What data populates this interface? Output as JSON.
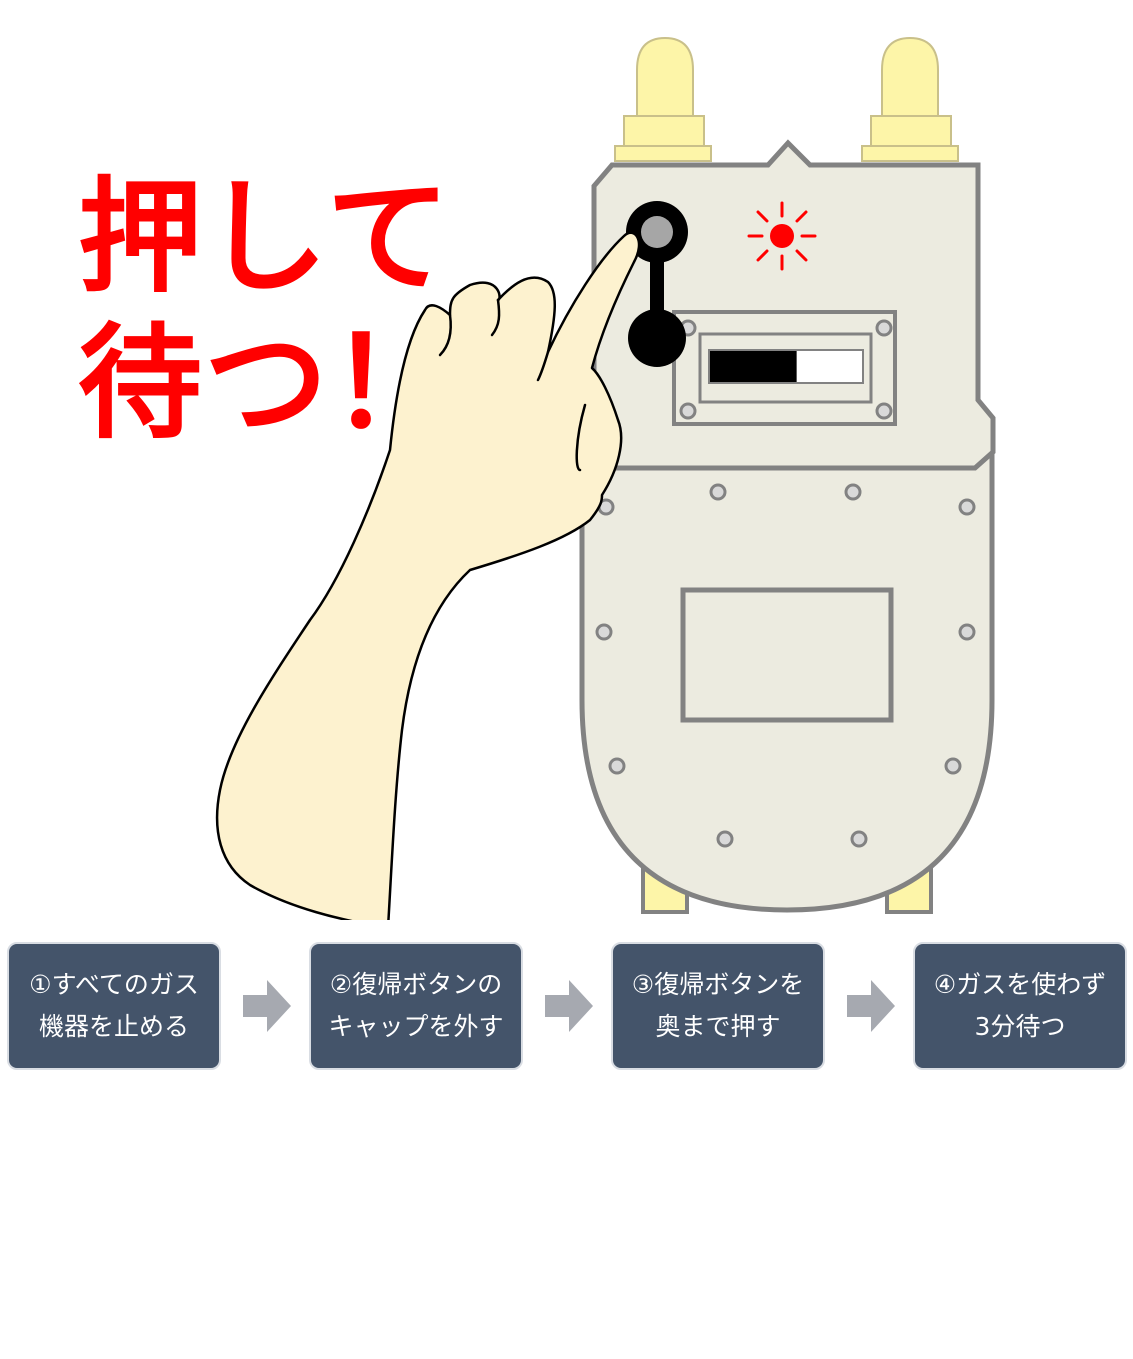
{
  "headline": {
    "line1": "押して",
    "line2": "待つ！"
  },
  "colors": {
    "headline": "#ff0000",
    "step_box": "#44546a",
    "arrow": "#a6a9b0",
    "meter_body": "#ecebe0",
    "meter_outline": "#828282",
    "cap": "#fdf5a8",
    "hand": "#fdf2cf",
    "alarm_lamp": "#ff0000"
  },
  "meter": {
    "gauge_fill_fraction": 0.57,
    "alarm_lamp": "on"
  },
  "steps": [
    {
      "line1": "①すべてのガス",
      "line2": "機器を止める"
    },
    {
      "line1": "②復帰ボタンの",
      "line2": "キャップを外す"
    },
    {
      "line1": "③復帰ボタンを",
      "line2": "奥まで押す"
    },
    {
      "line1": "④ガスを使わず",
      "line2": "3分待つ"
    }
  ],
  "icons": {
    "step_arrow": "right-arrow-icon",
    "lamp": "alarm-lamp-icon",
    "finger": "pointing-hand-icon"
  }
}
